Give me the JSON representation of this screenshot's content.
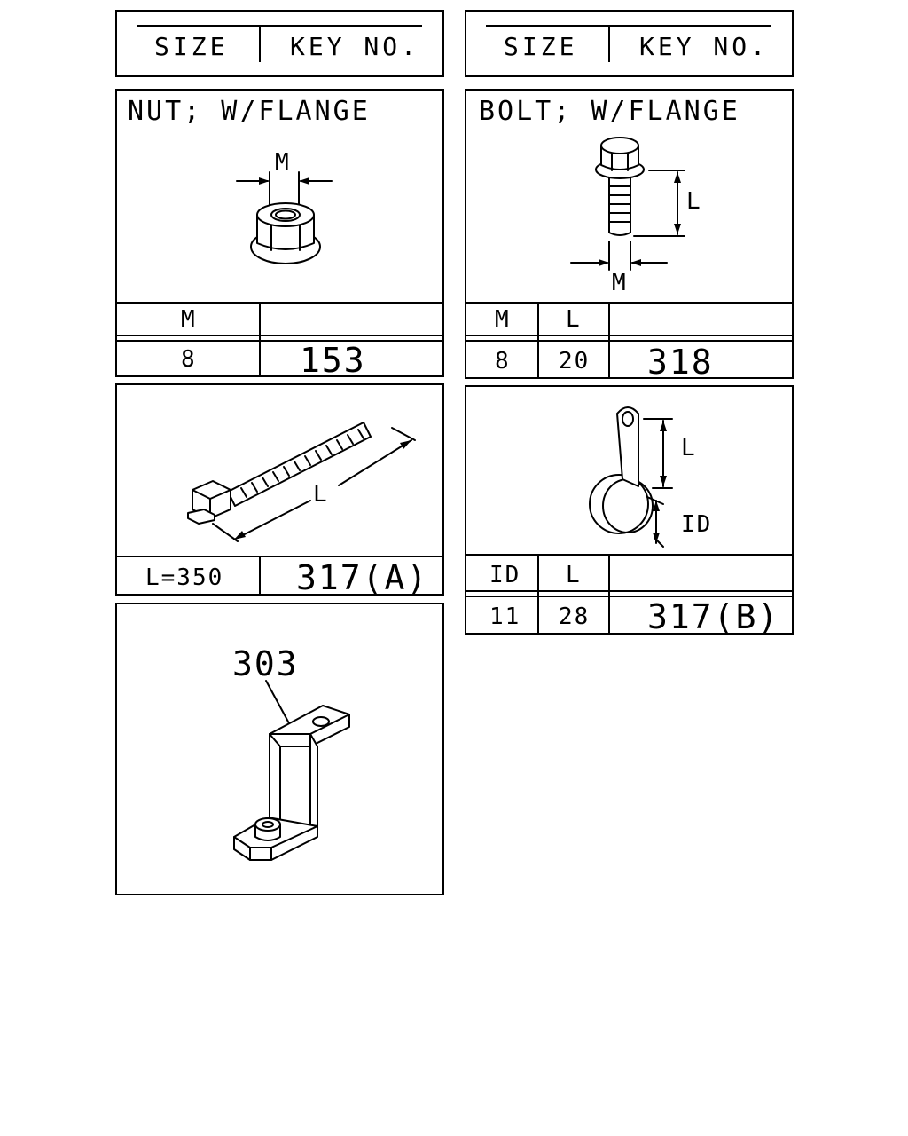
{
  "left_header": {
    "size": "SIZE",
    "key_no": "KEY NO."
  },
  "right_header": {
    "size": "SIZE",
    "key_no": "KEY NO."
  },
  "nut": {
    "title": "NUT; W/FLANGE",
    "dim_m": "M",
    "table": {
      "col_m": "M",
      "m_value": "8",
      "key": "153"
    }
  },
  "bolt": {
    "title": "BOLT; W/FLANGE",
    "dim_l": "L",
    "dim_m": "M",
    "table": {
      "col_m": "M",
      "col_l": "L",
      "m_value": "8",
      "l_value": "20",
      "key": "318"
    }
  },
  "tie": {
    "dim_l": "L",
    "table": {
      "size": "L=350",
      "key": "317(A)"
    }
  },
  "clamp": {
    "dim_l": "L",
    "dim_id": "ID",
    "table": {
      "col_id": "ID",
      "col_l": "L",
      "id_value": "11",
      "l_value": "28",
      "key": "317(B)"
    }
  },
  "bracket": {
    "callout": "303"
  },
  "colors": {
    "ink": "#000000",
    "paper": "#ffffff"
  }
}
